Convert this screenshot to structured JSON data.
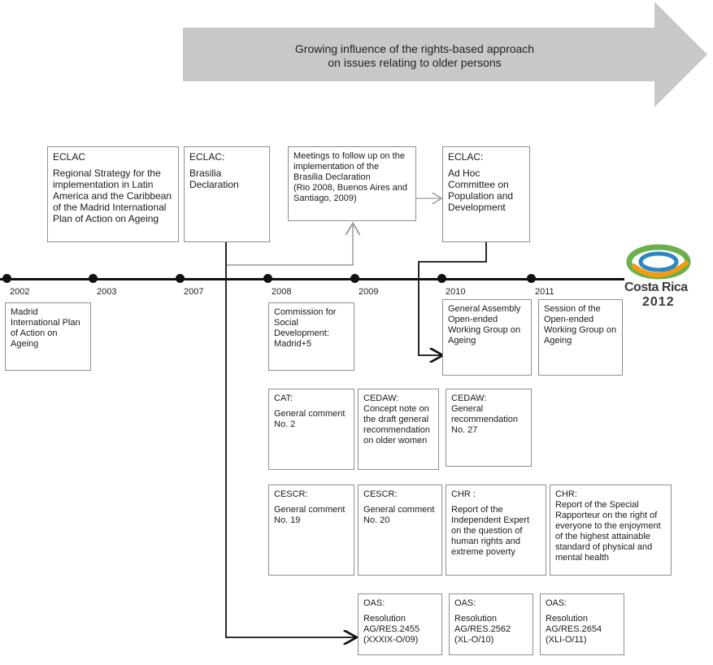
{
  "banner": {
    "text_line1": "Growing influence of the rights-based approach",
    "text_line2": "on issues relating to older persons"
  },
  "timeline": {
    "years": [
      "2002",
      "2003",
      "2007",
      "2008",
      "2009",
      "2010",
      "2011"
    ]
  },
  "logo": {
    "text": "Costa Rica",
    "year": "2012"
  },
  "boxes": {
    "eclac_regional": {
      "head": "ECLAC",
      "body": "Regional Strategy for the implementation in Latin America and the Caribbean of the Madrid International Plan of Action on Ageing"
    },
    "eclac_brasilia": {
      "head": "ECLAC:",
      "body": "Brasilia Declaration"
    },
    "meetings": {
      "head": "Meetings to follow up on the implementation of the Brasilia Declaration",
      "body": "(Rio 2008, Buenos Aires and Santiago, 2009)"
    },
    "eclac_adhoc": {
      "head": "ECLAC:",
      "body": "Ad Hoc Committee on Population and Development"
    },
    "madrid": {
      "head": "Madrid International Plan of Action on Ageing",
      "body": ""
    },
    "csd": {
      "head": "Commission for Social Development: Madrid+5",
      "body": ""
    },
    "ga_oewg": {
      "head": "General Assembly Open-ended Working Group on Ageing",
      "body": ""
    },
    "session_oewg": {
      "head": "Session of the Open-ended Working Group on Ageing",
      "body": ""
    },
    "cat": {
      "head": "CAT:",
      "body": "General comment No. 2"
    },
    "cedaw_concept": {
      "head": "CEDAW:",
      "body": "Concept note on the draft general recommendation on older women"
    },
    "cedaw_gr27": {
      "head": "CEDAW:",
      "body": "General recommendation No. 27"
    },
    "cescr19": {
      "head": "CESCR:",
      "body": "General comment No. 19"
    },
    "cescr20": {
      "head": "CESCR:",
      "body": "General comment No. 20"
    },
    "chr_expert": {
      "head": "CHR :",
      "body": "Report of the Independent Expert on the question of human rights and extreme poverty"
    },
    "chr_rapporteur": {
      "head": "CHR:",
      "body": "Report of the Special Rapporteur on the right of everyone to the enjoyment of the highest attainable standard of physical and mental health"
    },
    "oas_2455": {
      "head": "OAS:",
      "body": "Resolution AG/RES.2455 (XXXIX-O/09)"
    },
    "oas_2562": {
      "head": "OAS:",
      "body": "Resolution AG/RES.2562 (XL-O/10)"
    },
    "oas_2654": {
      "head": "OAS:",
      "body": "Resolution AG/RES.2654 (XLI-O/11)"
    }
  },
  "colors": {
    "arrow": "#c8c8c8",
    "box_border": "#8f8f8f",
    "line": "#111111",
    "logo_green": "#6ab04c",
    "logo_orange": "#f39c12",
    "logo_blue": "#2e86c1"
  }
}
